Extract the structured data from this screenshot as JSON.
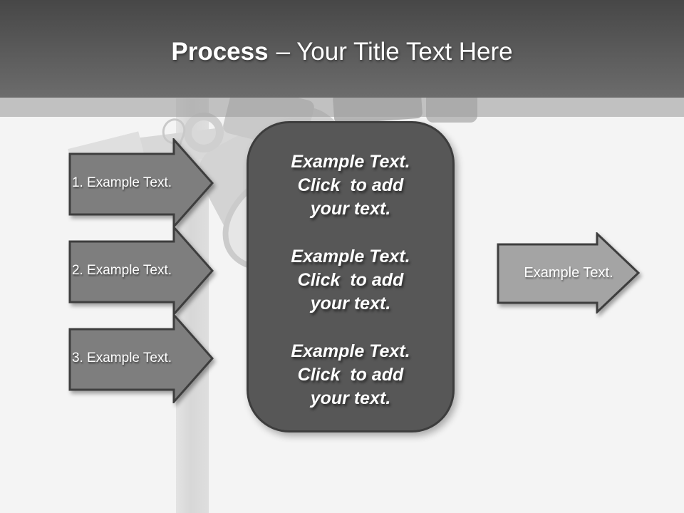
{
  "slide": {
    "header": {
      "title_bold": "Process",
      "title_rest": "– Your Title Text Here"
    },
    "process_arrows": [
      {
        "label": "1. Example Text."
      },
      {
        "label": "2. Example Text."
      },
      {
        "label": "3. Example Text."
      }
    ],
    "center_panel": {
      "paragraphs": [
        {
          "line1": "Example Text.",
          "line2": "Click  to add",
          "line3": "your text."
        },
        {
          "line1": "Example Text.",
          "line2": "Click  to add",
          "line3": "your text."
        },
        {
          "line1": "Example Text.",
          "line2": "Click  to add",
          "line3": "your text."
        }
      ]
    },
    "output_arrow": {
      "label": "Example Text."
    },
    "colors": {
      "header_gradient_top": "#474747",
      "header_gradient_bottom": "#6c6c6c",
      "divider_strip": "#c3c3c3",
      "background": "#f4f4f4",
      "process_arrow_fill": "#7e7e7e",
      "arrow_border": "#3e3e3e",
      "output_arrow_fill": "#a4a4a4",
      "panel_fill": "#575757",
      "panel_border": "#3d3d3d",
      "text": "#ffffff"
    }
  }
}
